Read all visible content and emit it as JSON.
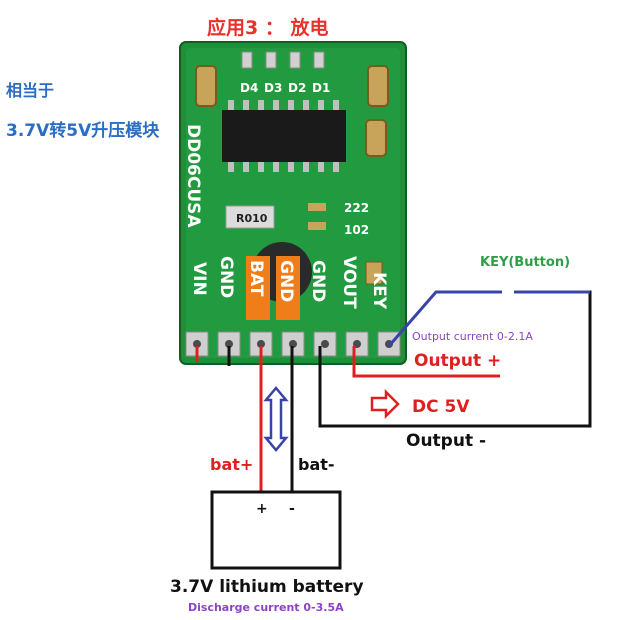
{
  "title": "应用3 ： 放电",
  "side_note": {
    "line1": "相当于",
    "line2": "3.7V转5V升压模块"
  },
  "board": {
    "model": "DD06CUSA",
    "leds": [
      "D4",
      "D3",
      "D2",
      "D1"
    ],
    "resistor_code": "R010",
    "component_codes": [
      "222",
      "102"
    ],
    "pins": [
      "VIN",
      "GND",
      "BAT",
      "GND",
      "GND",
      "VOUT",
      "KEY"
    ]
  },
  "labels": {
    "key_button": "KEY(Button)",
    "output_current": "Output current 0-2.1A",
    "output_plus": "Output +",
    "dc_5v": "DC 5V",
    "output_minus": "Output -",
    "bat_plus": "bat+",
    "bat_minus": "bat-",
    "terminal_plus": "+",
    "terminal_minus": "-",
    "battery": "3.7V lithium battery",
    "discharge_current": "Discharge current  0-3.5A"
  },
  "colors": {
    "title_red": "#e8312a",
    "blue_text": "#2b6cc4",
    "green_text": "#2e9e49",
    "purple_text": "#8a45c4",
    "wire_red": "#e02020",
    "wire_black": "#111111",
    "wire_blue": "#3844a8",
    "pin_label_orange": "#ef7d1a",
    "board_green": "#1f8f3a"
  }
}
